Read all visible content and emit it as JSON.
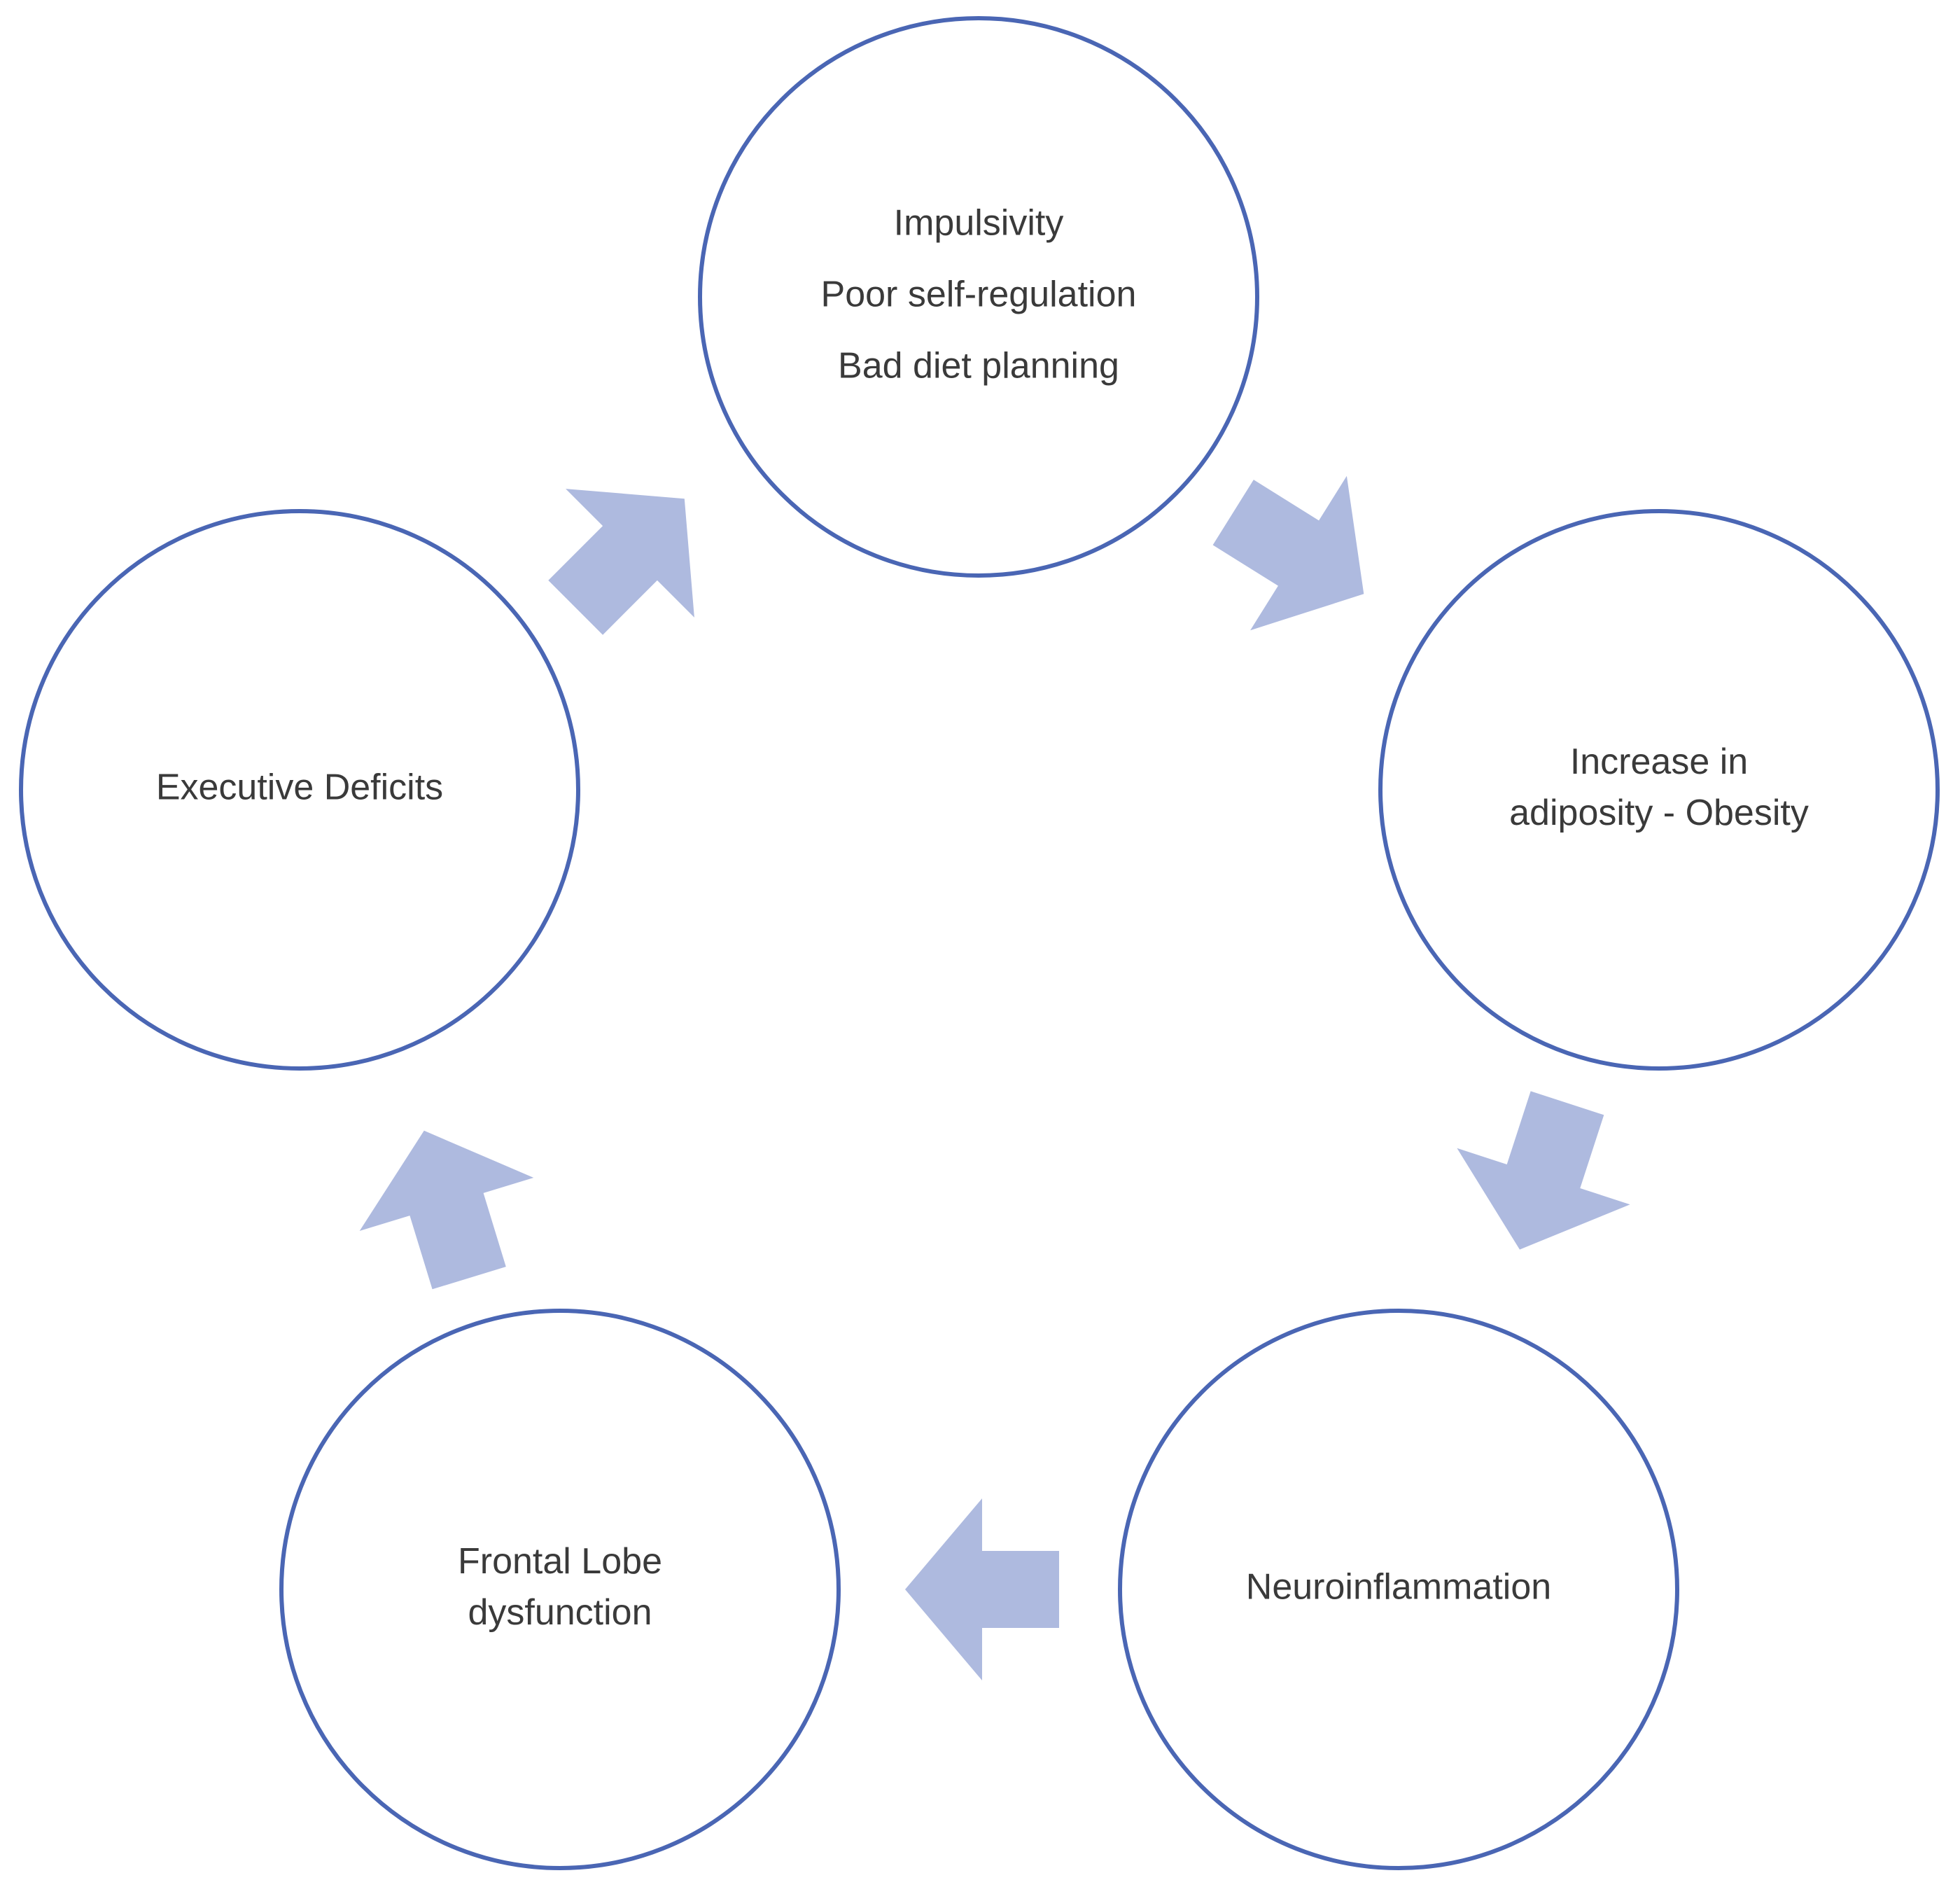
{
  "diagram": {
    "type": "cycle",
    "colors": {
      "circle_stroke": "#4a66b4",
      "arrow_fill": "#aebadf",
      "text": "#3a3a3a",
      "background": "#ffffff"
    },
    "nodes": [
      {
        "id": "impulsivity",
        "lines": [
          "Impulsivity",
          "Poor self-regulation",
          "Bad diet planning"
        ]
      },
      {
        "id": "adiposity",
        "lines": [
          "Increase in",
          "adiposity - Obesity"
        ]
      },
      {
        "id": "neuroinflammation",
        "lines": [
          "Neuroinflammation"
        ]
      },
      {
        "id": "frontal-lobe",
        "lines": [
          "Frontal Lobe",
          "dysfunction"
        ]
      },
      {
        "id": "executive-deficits",
        "lines": [
          "Executive Deficits"
        ]
      }
    ],
    "arrows": [
      {
        "from": "impulsivity",
        "to": "adiposity"
      },
      {
        "from": "adiposity",
        "to": "neuroinflammation"
      },
      {
        "from": "neuroinflammation",
        "to": "frontal-lobe"
      },
      {
        "from": "frontal-lobe",
        "to": "executive-deficits"
      },
      {
        "from": "executive-deficits",
        "to": "impulsivity"
      }
    ]
  }
}
